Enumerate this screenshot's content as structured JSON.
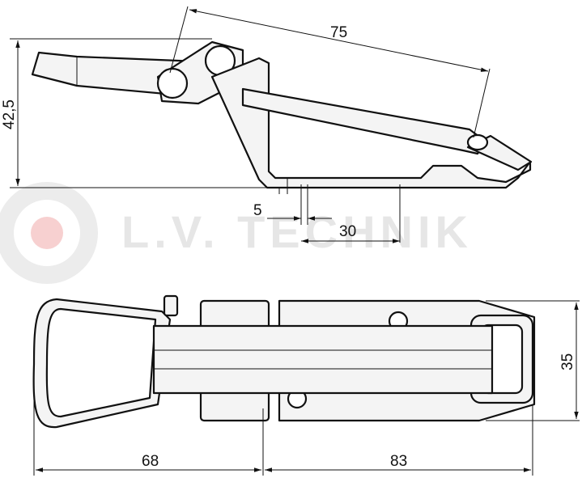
{
  "watermark": {
    "text": "L.V. TECHNIK"
  },
  "dimensions": {
    "d75": "75",
    "d42_5": "42,5",
    "d5": "5",
    "d30": "30",
    "d35": "35",
    "d68": "68",
    "d83": "83"
  }
}
